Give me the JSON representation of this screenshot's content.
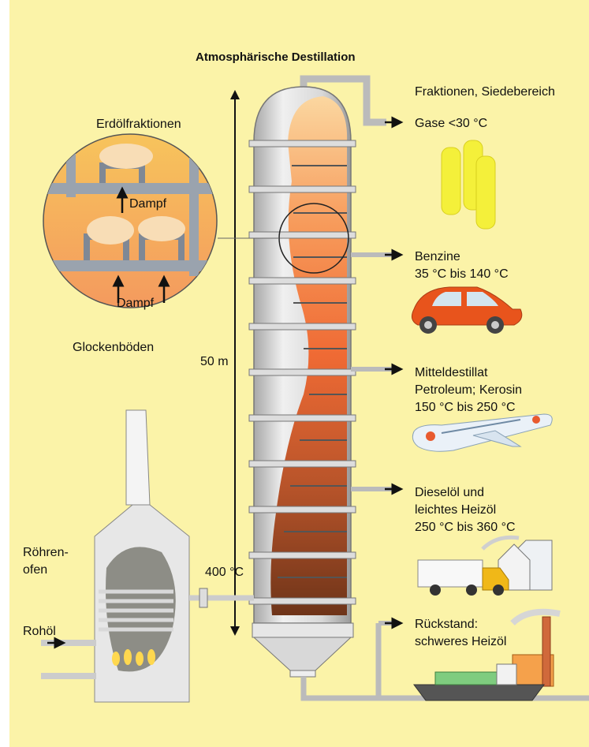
{
  "title": "Atmosphärische Destillation",
  "header": "Fraktionen, Siedebereich",
  "height_label": "50 m",
  "temperature_label": "400 °C",
  "detail": {
    "erdoel": "Erdölfraktionen",
    "dampf_top": "Dampf",
    "dampf_bottom": "Dampf",
    "caption": "Glockenböden"
  },
  "furnace": {
    "line1": "Röhren-",
    "line2": "ofen",
    "input": "Rohöl"
  },
  "fractions": [
    {
      "lines": [
        "Gase <30 °C"
      ],
      "icon": "gas-cylinders-icon"
    },
    {
      "lines": [
        "Benzine",
        "35 °C bis 140 °C"
      ],
      "icon": "car-icon"
    },
    {
      "lines": [
        "Mitteldestillat",
        "Petroleum; Kerosin",
        "150 °C bis 250 °C"
      ],
      "icon": "airplane-icon"
    },
    {
      "lines": [
        "Dieselöl und",
        "leichtes Heizöl",
        "250 °C bis 360 °C"
      ],
      "icon": "truck-house-icon"
    },
    {
      "lines": [
        "Rückstand:",
        "schweres Heizöl"
      ],
      "icon": "ship-factory-icon"
    }
  ],
  "colors": {
    "background": "#fbf3a8",
    "column_shell": "#dcdcdc",
    "liquid_top": "#f9b77a",
    "liquid_mid": "#ef6a34",
    "liquid_bottom": "#7a3a1c",
    "gas_cylinder": "#f4f03a",
    "car": "#e8541c"
  }
}
